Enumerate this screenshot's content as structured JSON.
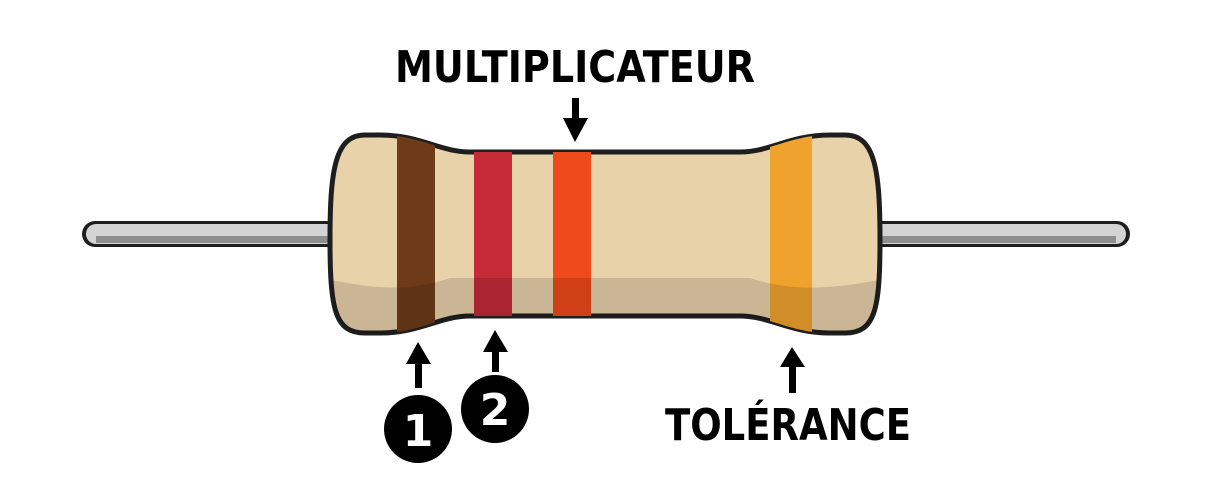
{
  "labels": {
    "multiplier": "MULTIPLICATEUR",
    "tolerance": "TOLÉRANCE",
    "band1": "1",
    "band2": "2"
  },
  "colors": {
    "body": "#E8D2AA",
    "body_shadow": "#CDB68C",
    "outline": "#1E1E1E",
    "lead": "#D4D4D4",
    "lead_shadow": "#8E8E8E",
    "band1": "#6E3B1A",
    "band2": "#C42B36",
    "multiplier": "#EE4A1B",
    "tolerance": "#EFA22E"
  }
}
